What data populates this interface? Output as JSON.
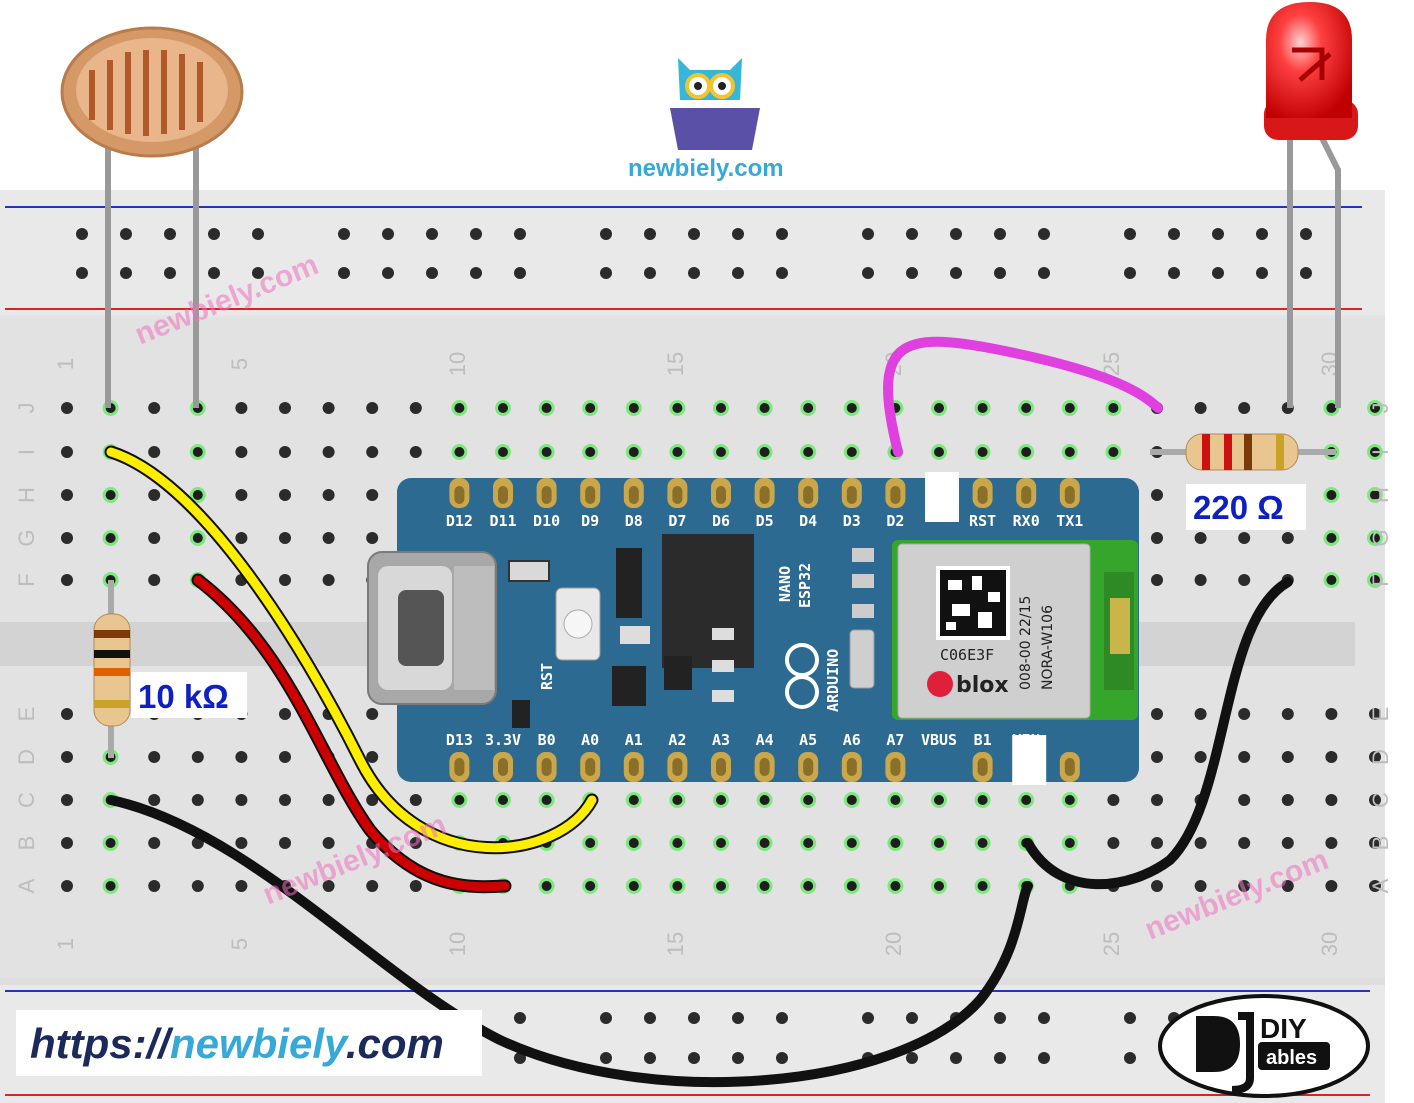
{
  "brand": {
    "logo_text": "newbiely.com",
    "url_prefix": "https://",
    "url_domain": "newbiely",
    "url_suffix": ".com",
    "watermark": "newbiely.com",
    "diy_line1": "DIY",
    "diy_line2": "ables"
  },
  "breadboard": {
    "row_letters_top": [
      "J",
      "I",
      "H",
      "G",
      "F"
    ],
    "row_letters_bottom": [
      "E",
      "D",
      "C",
      "B",
      "A"
    ],
    "column_numbers": [
      "1",
      "5",
      "10",
      "15",
      "20",
      "25",
      "30"
    ]
  },
  "board": {
    "name_line1": "NANO",
    "name_line2": "ESP32",
    "maker": "ARDUINO",
    "reset_label": "RST",
    "top_pins": [
      "D12",
      "D11",
      "D10",
      "D9",
      "D8",
      "D7",
      "D6",
      "D5",
      "D4",
      "D3",
      "D2",
      "RST",
      "RX0",
      "TX1"
    ],
    "bottom_pins": [
      "D13",
      "3.3V",
      "B0",
      "A0",
      "A1",
      "A2",
      "A3",
      "A4",
      "A5",
      "A6",
      "A7",
      "VBUS",
      "B1",
      "VIN"
    ],
    "module_text": [
      "C06E3F",
      "008-00 22/15",
      "NORA-W106",
      "blox"
    ]
  },
  "components": {
    "resistor_ldr_label": "10 kΩ",
    "resistor_led_label": "220 Ω"
  },
  "colors": {
    "board_blue": "#2c6a91",
    "wire_yellow": "#ffee00",
    "wire_red": "#cc0000",
    "wire_black": "#111111",
    "wire_magenta": "#e040e0",
    "led_red": "#ff2a2a",
    "label_blue": "#1020c0"
  }
}
